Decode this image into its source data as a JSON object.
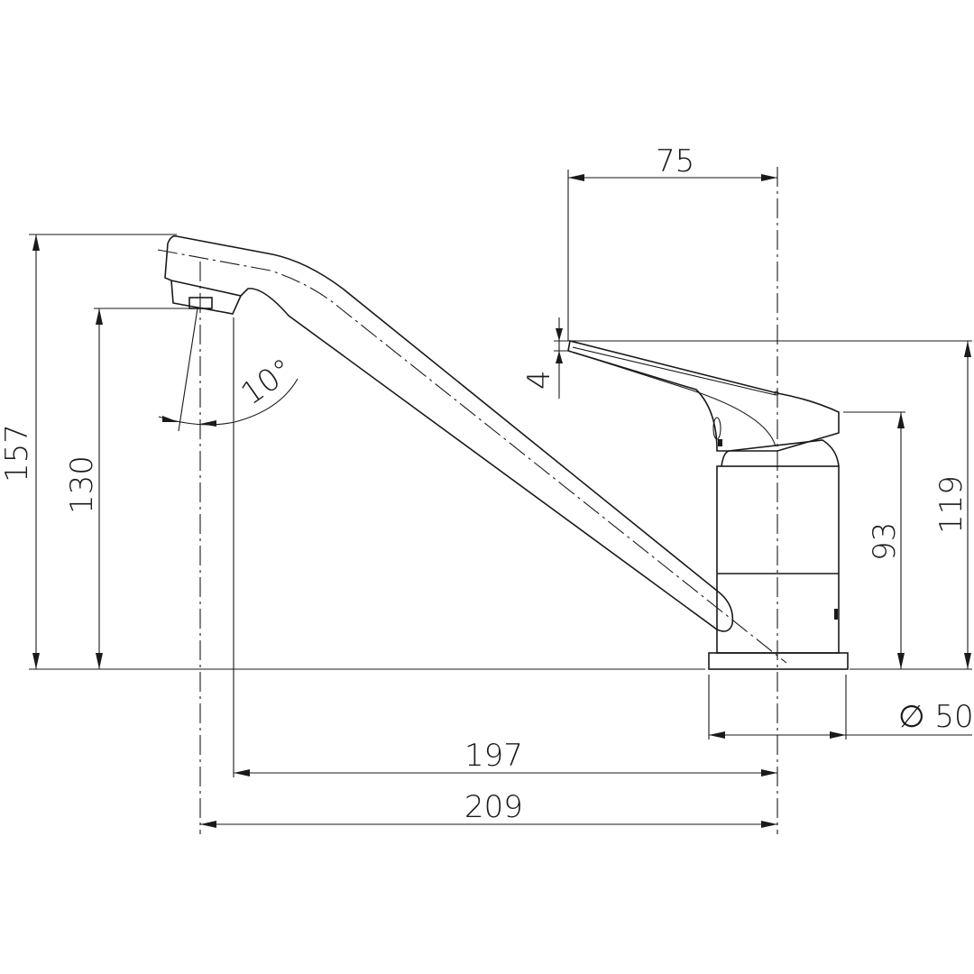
{
  "drawing": {
    "title": "Kitchen sink mixer tap - dimensioned side elevation",
    "units": "mm",
    "line_color": "#1a1a1a",
    "background": "#ffffff"
  },
  "dimensions": {
    "overall_height": "157",
    "spout_outlet_height": "130",
    "spout_angle": "10°",
    "handle_offset": "75",
    "handle_tip_drop": "4",
    "body_height": "93",
    "handle_height": "119",
    "base_diameter": "∅ 50",
    "spout_reach_inner": "197",
    "spout_reach_outer": "209"
  }
}
